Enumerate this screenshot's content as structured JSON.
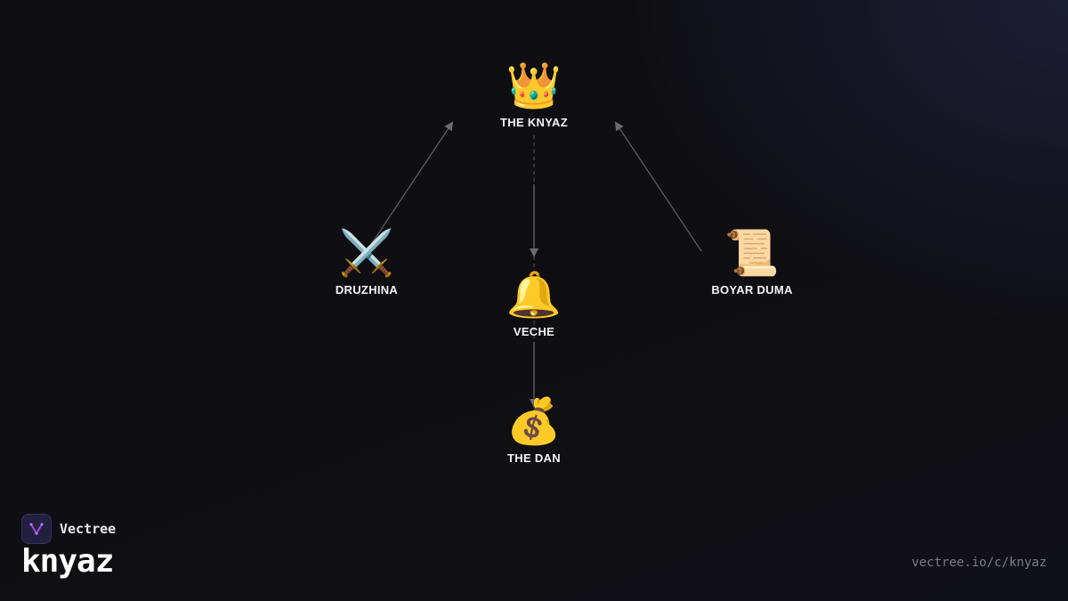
{
  "diagram": {
    "nodes": [
      {
        "id": "knyaz",
        "label": "THE KNYAZ",
        "icon": "crown-icon",
        "glyph": "👑"
      },
      {
        "id": "druzhina",
        "label": "DRUZHINA",
        "icon": "crossed-swords-icon",
        "glyph": "⚔️"
      },
      {
        "id": "veche",
        "label": "VECHE",
        "icon": "bell-icon",
        "glyph": "🔔"
      },
      {
        "id": "boyar_duma",
        "label": "BOYAR DUMA",
        "icon": "scroll-icon",
        "glyph": "📜"
      },
      {
        "id": "dan",
        "label": "THE DAN",
        "icon": "money-bag-icon",
        "glyph": "💰"
      }
    ],
    "edges": [
      {
        "from": "druzhina",
        "to": "knyaz",
        "style": "solid"
      },
      {
        "from": "boyar_duma",
        "to": "knyaz",
        "style": "solid"
      },
      {
        "from": "knyaz",
        "to": "veche",
        "style": "solid"
      },
      {
        "from": "veche",
        "to": "dan",
        "style": "solid"
      },
      {
        "from": "knyaz",
        "to": "dan",
        "style": "dashed"
      }
    ]
  },
  "footer": {
    "brand": "Vectree",
    "slug": "knyaz",
    "url": "vectree.io/c/knyaz"
  },
  "colors": {
    "background": "#0f0f13",
    "edge": "#6b6b73",
    "label": "#f4f4f6",
    "url": "#7c7c85",
    "logo_bg": "#23203f",
    "logo_mark": "#a050e0"
  }
}
